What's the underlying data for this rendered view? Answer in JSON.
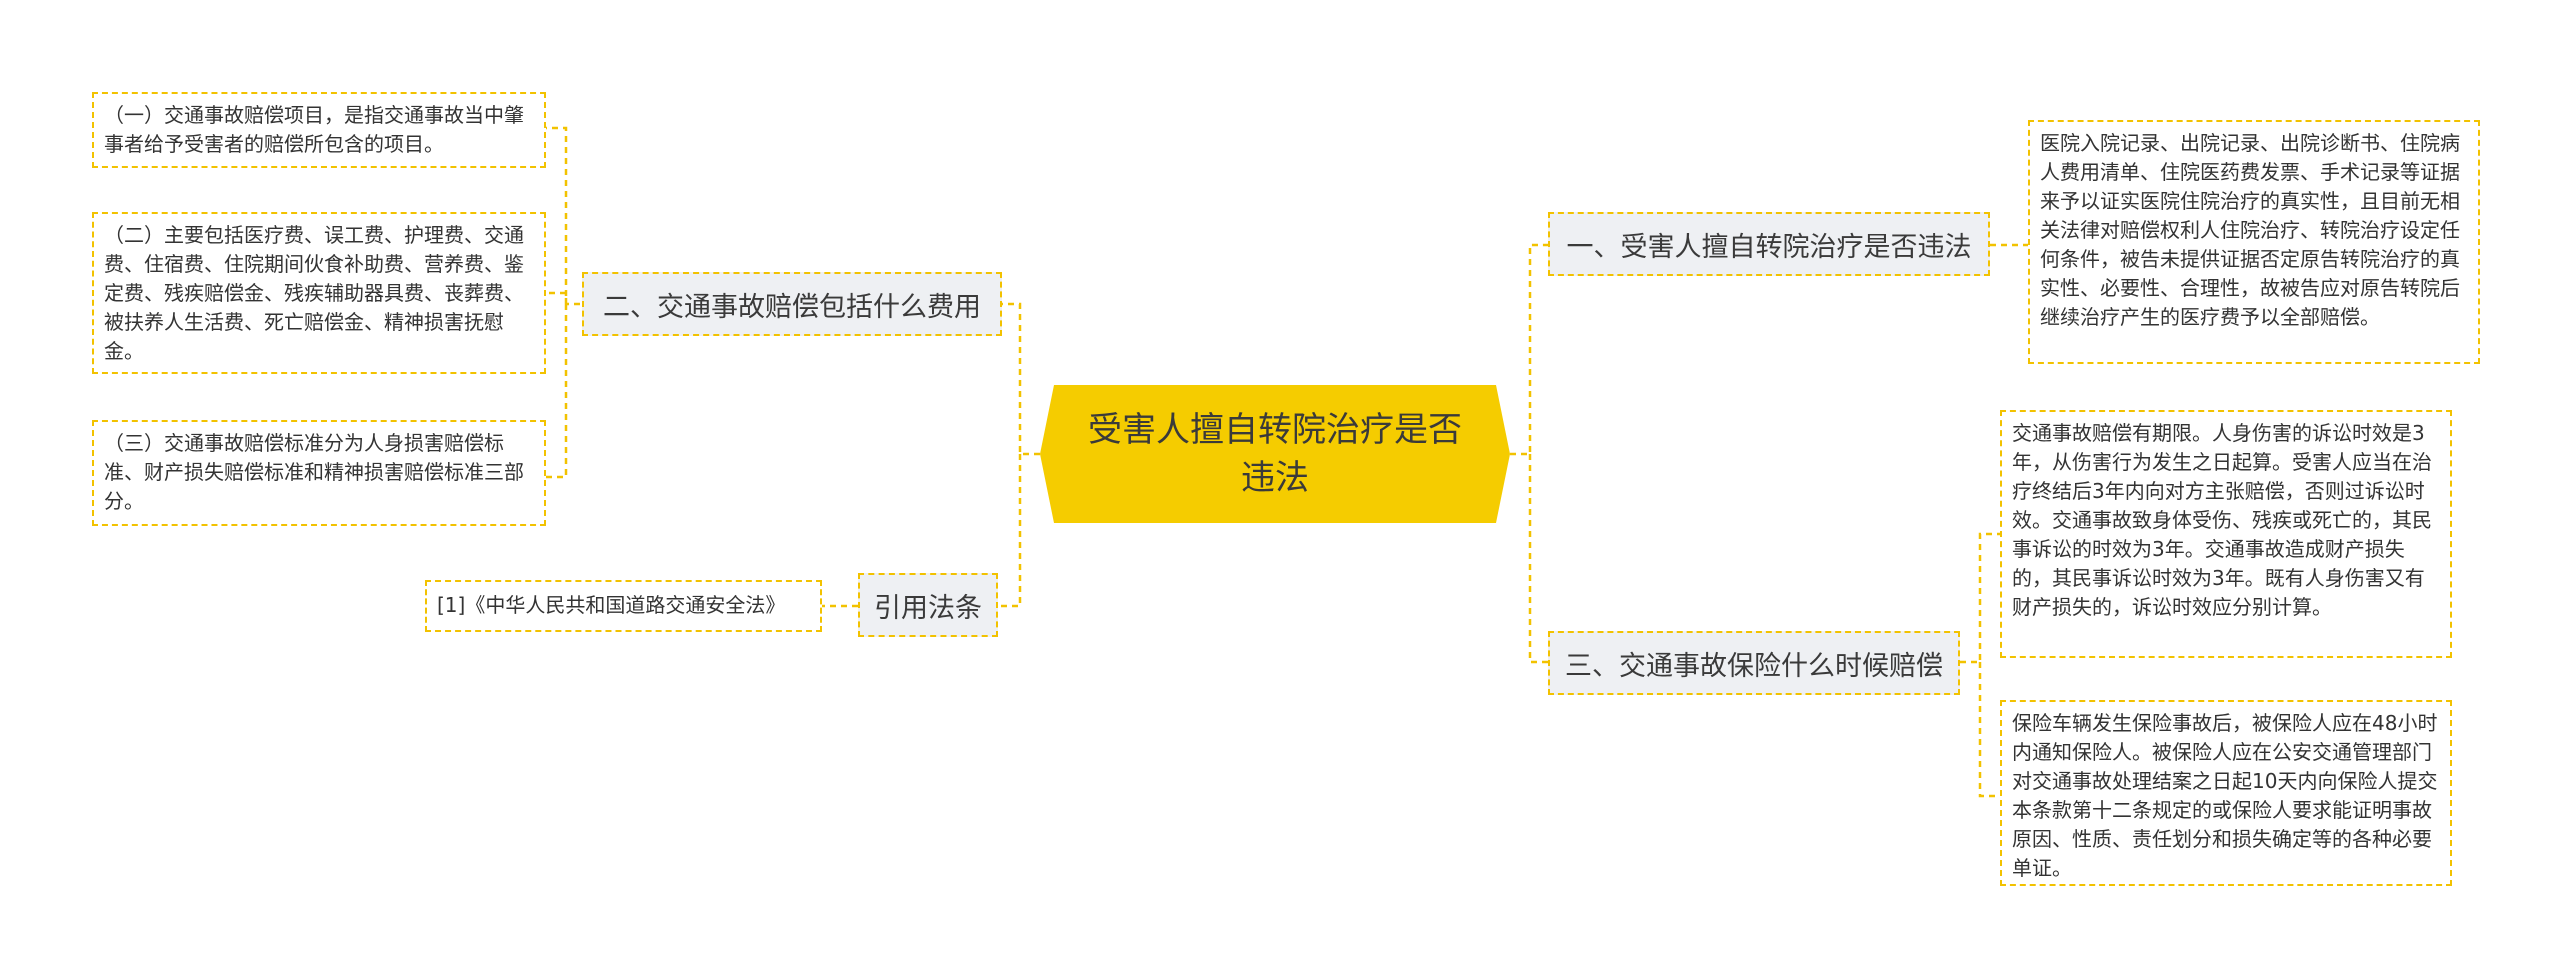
{
  "root": {
    "title": "受害人擅自转院治疗是否违法"
  },
  "branches": {
    "b1": {
      "label": "一、受害人擅自转院治疗是否违法"
    },
    "b2": {
      "label": "二、交通事故赔偿包括什么费用"
    },
    "b3": {
      "label": "三、交通事故保险什么时候赔偿"
    },
    "b4": {
      "label": "引用法条"
    }
  },
  "leaves": {
    "l1": "医院入院记录、出院记录、出院诊断书、住院病人费用清单、住院医药费发票、手术记录等证据来予以证实医院住院治疗的真实性，且目前无相关法律对赔偿权利人住院治疗、转院治疗设定任何条件，被告未提供证据否定原告转院治疗的真实性、必要性、合理性，故被告应对原告转院后继续治疗产生的医疗费予以全部赔偿。",
    "l2": "（一）交通事故赔偿项目，是指交通事故当中肇事者给予受害者的赔偿所包含的项目。",
    "l3": "（二）主要包括医疗费、误工费、护理费、交通费、住宿费、住院期间伙食补助费、营养费、鉴定费、残疾赔偿金、残疾辅助器具费、丧葬费、被扶养人生活费、死亡赔偿金、精神损害抚慰金。",
    "l4": "（三）交通事故赔偿标准分为人身损害赔偿标准、财产损失赔偿标准和精神损害赔偿标准三部分。",
    "l5": "交通事故赔偿有期限。人身伤害的诉讼时效是3年，从伤害行为发生之日起算。受害人应当在治疗终结后3年内向对方主张赔偿，否则过诉讼时效。交通事故致身体受伤、残疾或死亡的，其民事诉讼的时效为3年。交通事故造成财产损失的，其民事诉讼时效为3年。既有人身伤害又有财产损失的，诉讼时效应分别计算。",
    "l6": "保险车辆发生保险事故后，被保险人应在48小时内通知保险人。被保险人应在公安交通管理部门对交通事故处理结案之日起10天内向保险人提交本条款第十二条规定的或保险人要求能证明事故原因、性质、责任划分和损失确定等的各种必要单证。",
    "l7": "[1]《中华人民共和国道路交通安全法》"
  },
  "colors": {
    "root_fill": "#f5cc00",
    "connector": "#f2c200",
    "branch_fill": "#eef0f3"
  }
}
